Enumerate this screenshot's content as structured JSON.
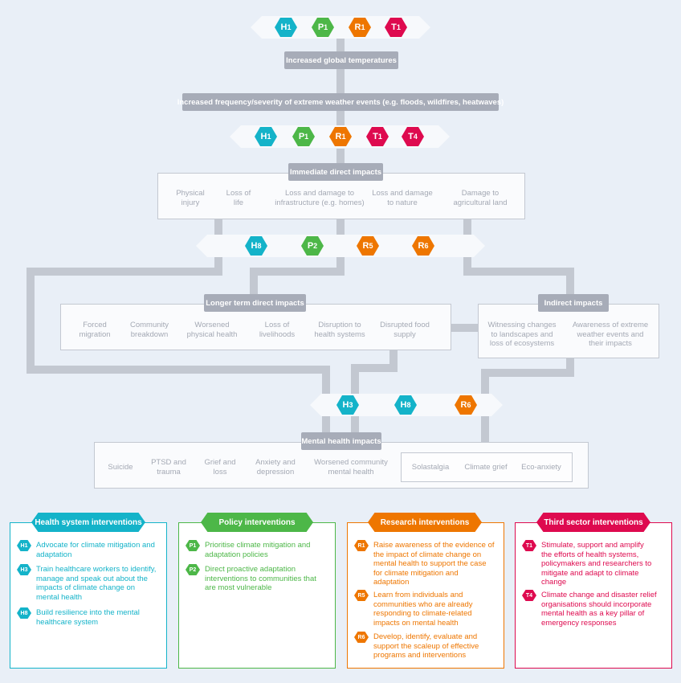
{
  "colors": {
    "health": "#14b3c9",
    "policy": "#4db748",
    "research": "#ee7600",
    "third": "#de0a4f",
    "grey": "#a7acb8",
    "connector": "#c3c8d1"
  },
  "hexbars": [
    {
      "codes": [
        "H1",
        "P1",
        "R1",
        "T1"
      ]
    },
    {
      "codes": [
        "H1",
        "P1",
        "R1",
        "T1",
        "T4"
      ]
    },
    {
      "codes": [
        "H8",
        "P2",
        "R5",
        "R6"
      ]
    },
    {
      "codes": [
        "H3",
        "H8",
        "R6"
      ]
    }
  ],
  "labels": {
    "global_temps": "Increased global temperatures",
    "extreme_weather": "Increased frequency/severity of extreme weather events (e.g. floods, wildfires, heatwaves)",
    "immediate": "Immediate direct impacts",
    "longer_term": "Longer term direct impacts",
    "indirect": "Indirect impacts",
    "mental_health": "Mental health impacts"
  },
  "immediate_items": [
    "Physical\ninjury",
    "Loss of\nlife",
    "Loss and damage to\ninfrastructure (e.g. homes)",
    "Loss and damage\nto nature",
    "Damage to\nagricultural land"
  ],
  "longer_items": [
    "Forced\nmigration",
    "Community\nbreakdown",
    "Worsened\nphysical health",
    "Loss of\nlivelihoods",
    "Disruption to\nhealth systems",
    "Disrupted food\nsupply"
  ],
  "indirect_items": [
    "Witnessing changes\nto landscapes and\nloss of ecosystems",
    "Awareness of extreme\nweather events and\ntheir impacts"
  ],
  "mental_items": [
    "Suicide",
    "PTSD and\ntrauma",
    "Grief and\nloss",
    "Anxiety and\ndepression",
    "Worsened community\nmental health",
    "Solastalgia",
    "Climate grief",
    "Eco-anxiety"
  ],
  "panels": [
    {
      "title": "Health system interventions",
      "items": [
        {
          "code": "H1",
          "text": "Advocate for climate mitigation and\nadaptation"
        },
        {
          "code": "H3",
          "text": "Train healthcare workers to identify,\nmanage and speak out about the\nimpacts of climate change on\nmental health"
        },
        {
          "code": "H8",
          "text": "Build resilience into the mental\nhealthcare system"
        }
      ]
    },
    {
      "title": "Policy interventions",
      "items": [
        {
          "code": "P1",
          "text": "Prioritise climate mitigation and\nadaptation policies"
        },
        {
          "code": "P2",
          "text": "Direct proactive adaptation\ninterventions to communities that\nare most vulnerable"
        }
      ]
    },
    {
      "title": "Research interventions",
      "items": [
        {
          "code": "R1",
          "text": "Raise awareness of the evidence of\nthe impact of climate change on\nmental health to support the case\nfor climate mitigation and\nadaptation"
        },
        {
          "code": "R5",
          "text": "Learn from individuals and\ncommunities who are already\nresponding to climate-related\nimpacts on mental health"
        },
        {
          "code": "R6",
          "text": "Develop, identify, evaluate and\nsupport the scaleup of effective\nprograms and interventions"
        }
      ]
    },
    {
      "title": "Third sector interventions",
      "items": [
        {
          "code": "T1",
          "text": "Stimulate, support and amplify\nthe efforts of health systems,\npolicymakers and researchers to\nmitigate and adapt to climate\nchange"
        },
        {
          "code": "T4",
          "text": "Climate change and disaster relief\norganisations should incorporate\nmental health as a key pillar of\nemergency responses"
        }
      ]
    }
  ]
}
